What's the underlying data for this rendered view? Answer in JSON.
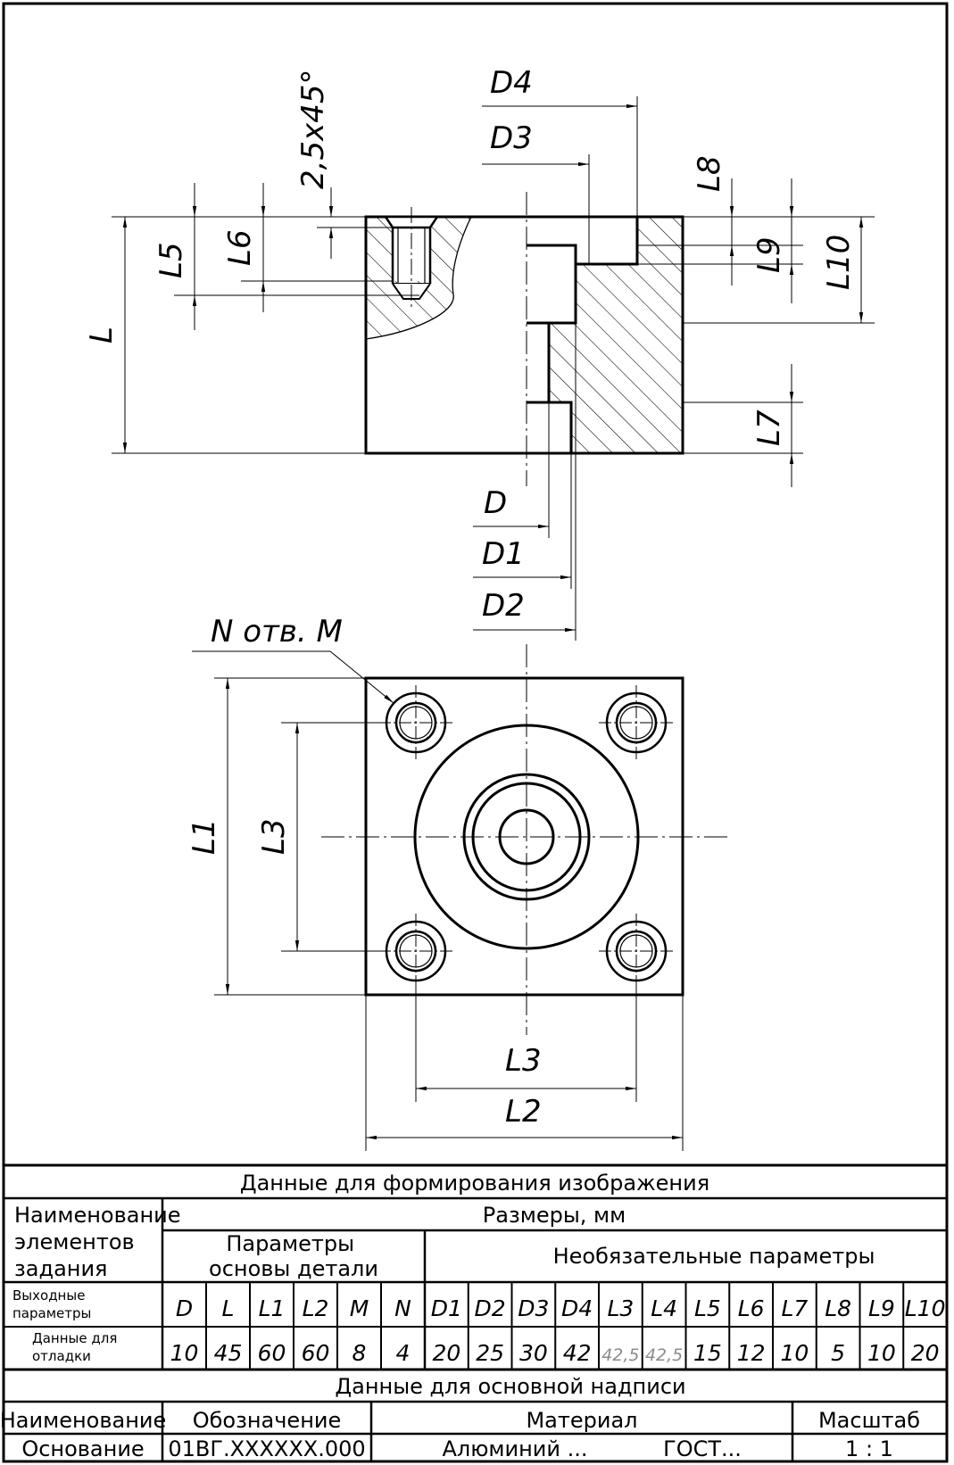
{
  "drawing": {
    "chamfer": "2,5x45°",
    "dims_section": {
      "d4": "D4",
      "d3": "D3",
      "l8": "L8",
      "l9": "L9",
      "l10": "L10",
      "l5": "L5",
      "l6": "L6",
      "l": "L",
      "l7": "L7",
      "d": "D",
      "d1": "D1",
      "d2": "D2"
    },
    "dims_plan": {
      "holes": "N отв. M",
      "l1": "L1",
      "l3_vert": "L3",
      "l3_horiz": "L3",
      "l2": "L2"
    }
  },
  "table": {
    "section_title": "Данные для формирования изображения",
    "elements_header": "Наименование элементов задания",
    "sizes_header": "Размеры, мм",
    "base_params_header": "Параметры основы детали",
    "optional_params_header": "Необязательные параметры",
    "output_params_label": "Выходные параметры",
    "debug_data_label": "Данные для отладки",
    "param_names": [
      "D",
      "L",
      "L1",
      "L2",
      "M",
      "N",
      "D1",
      "D2",
      "D3",
      "D4",
      "L3",
      "L4",
      "L5",
      "L6",
      "L7",
      "L8",
      "L9",
      "L10"
    ],
    "debug_values": [
      "10",
      "45",
      "60",
      "60",
      "8",
      "4",
      "20",
      "25",
      "30",
      "42",
      "42,5",
      "42,5",
      "15",
      "12",
      "10",
      "5",
      "10",
      "20"
    ],
    "title_block_header": "Данные для основной надписи",
    "name_header": "Наименование",
    "designation_header": "Обозначение",
    "material_header": "Материал",
    "scale_header": "Масштаб",
    "name_value": "Основание",
    "designation_value": "01ВГ.XXXXXX.000",
    "material_value": "Алюминий ...",
    "gost_value": "ГОСТ...",
    "scale_value": "1 : 1"
  }
}
